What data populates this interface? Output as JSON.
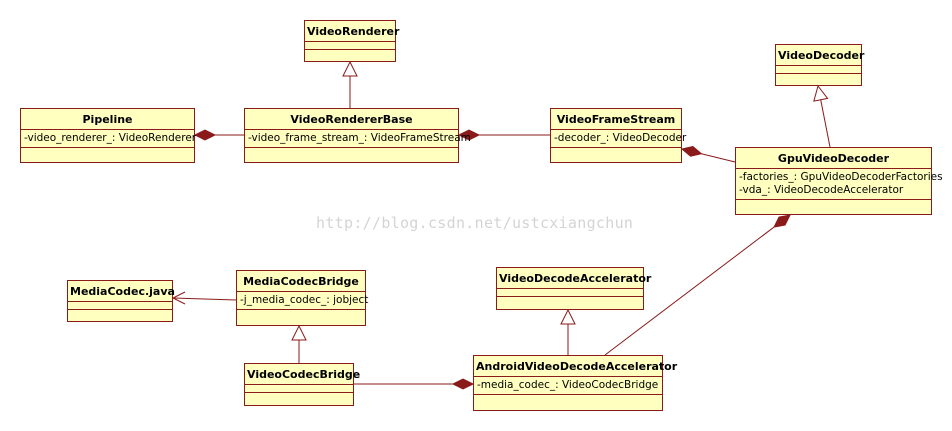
{
  "classes": {
    "video_renderer": {
      "name": "VideoRenderer"
    },
    "pipeline": {
      "name": "Pipeline",
      "attr1": "-video_renderer_: VideoRenderer"
    },
    "video_renderer_base": {
      "name": "VideoRendererBase",
      "attr1": "-video_frame_stream_: VideoFrameStream"
    },
    "video_frame_stream": {
      "name": "VideoFrameStream",
      "attr1": "-decoder_: VideoDecoder"
    },
    "video_decoder": {
      "name": "VideoDecoder"
    },
    "gpu_video_decoder": {
      "name": "GpuVideoDecoder",
      "attr1": "-factories_: GpuVideoDecoderFactories",
      "attr2": "-vda_: VideoDecodeAccelerator"
    },
    "media_codec_java": {
      "name": "MediaCodec.java"
    },
    "media_codec_bridge": {
      "name": "MediaCodecBridge",
      "attr1": "-j_media_codec_: jobject"
    },
    "video_codec_bridge": {
      "name": "VideoCodecBridge"
    },
    "video_decode_accelerator": {
      "name": "VideoDecodeAccelerator"
    },
    "android_vda": {
      "name": "AndroidVideoDecodeAccelerator",
      "attr1": "-media_codec_: VideoCodecBridge"
    }
  },
  "relations": [
    {
      "type": "generalization",
      "from": "video_renderer_base",
      "to": "video_renderer"
    },
    {
      "type": "composition",
      "whole": "pipeline",
      "part": "video_renderer_base"
    },
    {
      "type": "composition",
      "whole": "video_renderer_base",
      "part": "video_frame_stream"
    },
    {
      "type": "composition",
      "whole": "video_frame_stream",
      "part": "gpu_video_decoder"
    },
    {
      "type": "generalization",
      "from": "gpu_video_decoder",
      "to": "video_decoder"
    },
    {
      "type": "composition",
      "whole": "gpu_video_decoder",
      "part": "android_vda"
    },
    {
      "type": "generalization",
      "from": "android_vda",
      "to": "video_decode_accelerator"
    },
    {
      "type": "composition",
      "whole": "android_vda",
      "part": "video_codec_bridge"
    },
    {
      "type": "generalization",
      "from": "video_codec_bridge",
      "to": "media_codec_bridge"
    },
    {
      "type": "dependency",
      "from": "media_codec_bridge",
      "to": "media_codec_java"
    }
  ],
  "colors": {
    "class_fill": "#ffffc0",
    "class_border": "#8b1a1a",
    "line": "#8b1a1a",
    "watermark": "#d4d4d4"
  },
  "watermark": "http://blog.csdn.net/ustcxiangchun"
}
